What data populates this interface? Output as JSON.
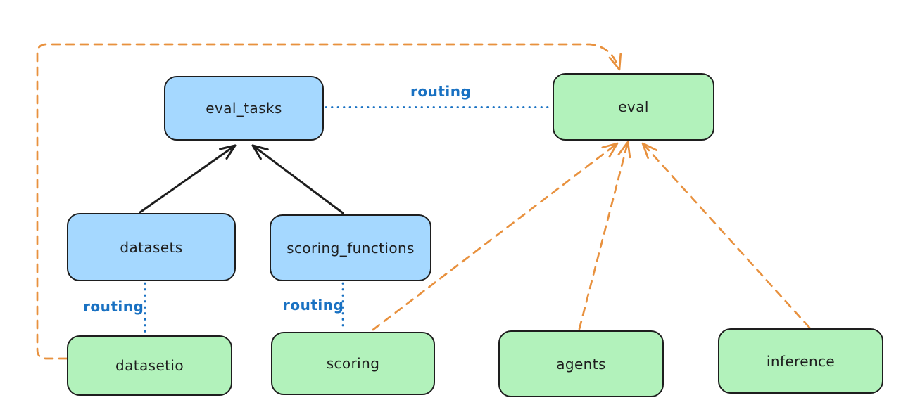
{
  "colors": {
    "background": "#ffffff",
    "blue_fill": "#a5d8ff",
    "green_fill": "#b2f2bb",
    "stroke": "#1e1e1e",
    "routing_blue": "#1971c2",
    "orange": "#e8913e"
  },
  "nodes": {
    "eval_tasks": {
      "label": "eval_tasks",
      "color": "blue"
    },
    "eval": {
      "label": "eval",
      "color": "green"
    },
    "datasets": {
      "label": "datasets",
      "color": "blue"
    },
    "scoring_functions": {
      "label": "scoring_functions",
      "color": "blue"
    },
    "datasetio": {
      "label": "datasetio",
      "color": "green"
    },
    "scoring": {
      "label": "scoring",
      "color": "green"
    },
    "agents": {
      "label": "agents",
      "color": "green"
    },
    "inference": {
      "label": "inference",
      "color": "green"
    }
  },
  "edge_labels": {
    "routing_eval_tasks_eval": "routing",
    "routing_datasets_datasetio": "routing",
    "routing_scoring_functions_scoring": "routing"
  },
  "edges": [
    {
      "from": "datasets",
      "to": "eval_tasks",
      "style": "solid-black-arrow"
    },
    {
      "from": "scoring_functions",
      "to": "eval_tasks",
      "style": "solid-black-arrow"
    },
    {
      "from": "eval_tasks",
      "to": "eval",
      "style": "dotted-blue",
      "label": "routing"
    },
    {
      "from": "datasets",
      "to": "datasetio",
      "style": "dotted-blue",
      "label": "routing"
    },
    {
      "from": "scoring_functions",
      "to": "scoring",
      "style": "dotted-blue",
      "label": "routing"
    },
    {
      "from": "datasetio",
      "to": "eval",
      "style": "dashed-orange-arrow"
    },
    {
      "from": "scoring",
      "to": "eval",
      "style": "dashed-orange-arrow"
    },
    {
      "from": "agents",
      "to": "eval",
      "style": "dashed-orange-arrow"
    },
    {
      "from": "inference",
      "to": "eval",
      "style": "dashed-orange-arrow"
    }
  ]
}
